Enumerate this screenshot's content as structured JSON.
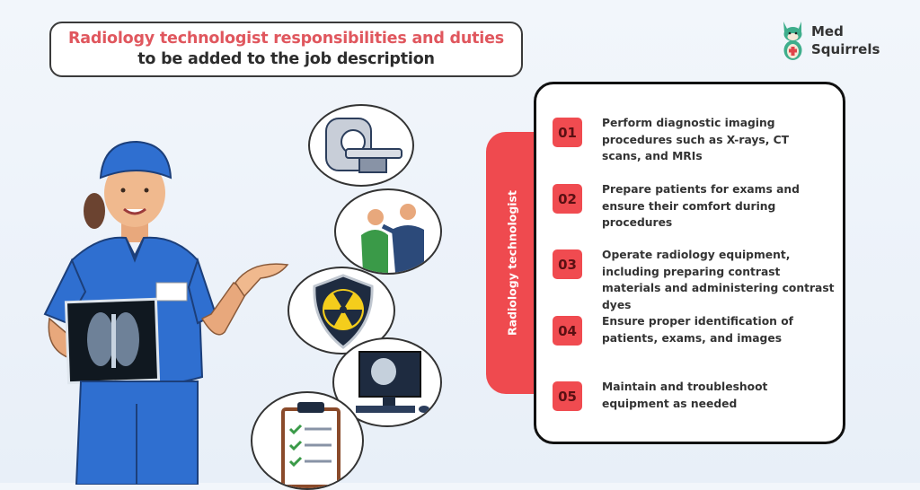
{
  "header": {
    "title_line1": "Radiology technologist responsibilities and duties",
    "title_line2": "to be added to the job description"
  },
  "logo": {
    "line1": "Med",
    "line2": "Squirrels",
    "icon": "squirrel-mascot-icon"
  },
  "side_tab": {
    "label": "Radiology technologist"
  },
  "responsibilities": [
    {
      "number": "01",
      "text": "Perform diagnostic imaging procedures such as X-rays, CT scans, and MRIs"
    },
    {
      "number": "02",
      "text": "Prepare patients for exams and ensure their comfort during procedures"
    },
    {
      "number": "03",
      "text": "Operate radiology equipment, including preparing contrast materials and administering contrast dyes"
    },
    {
      "number": "04",
      "text": "Ensure proper identification of patients, exams, and images"
    },
    {
      "number": "05",
      "text": "Maintain and troubleshoot equipment as needed"
    }
  ],
  "illustrations": [
    {
      "name": "ct-scanner-icon"
    },
    {
      "name": "patient-exam-icon"
    },
    {
      "name": "radiation-shield-icon"
    },
    {
      "name": "xray-monitor-icon"
    },
    {
      "name": "checklist-clipboard-icon"
    }
  ],
  "colors": {
    "accent_red": "#f04b50",
    "title_red": "#e0575e",
    "scrub_blue": "#2f6fd0",
    "text_dark": "#333333"
  }
}
